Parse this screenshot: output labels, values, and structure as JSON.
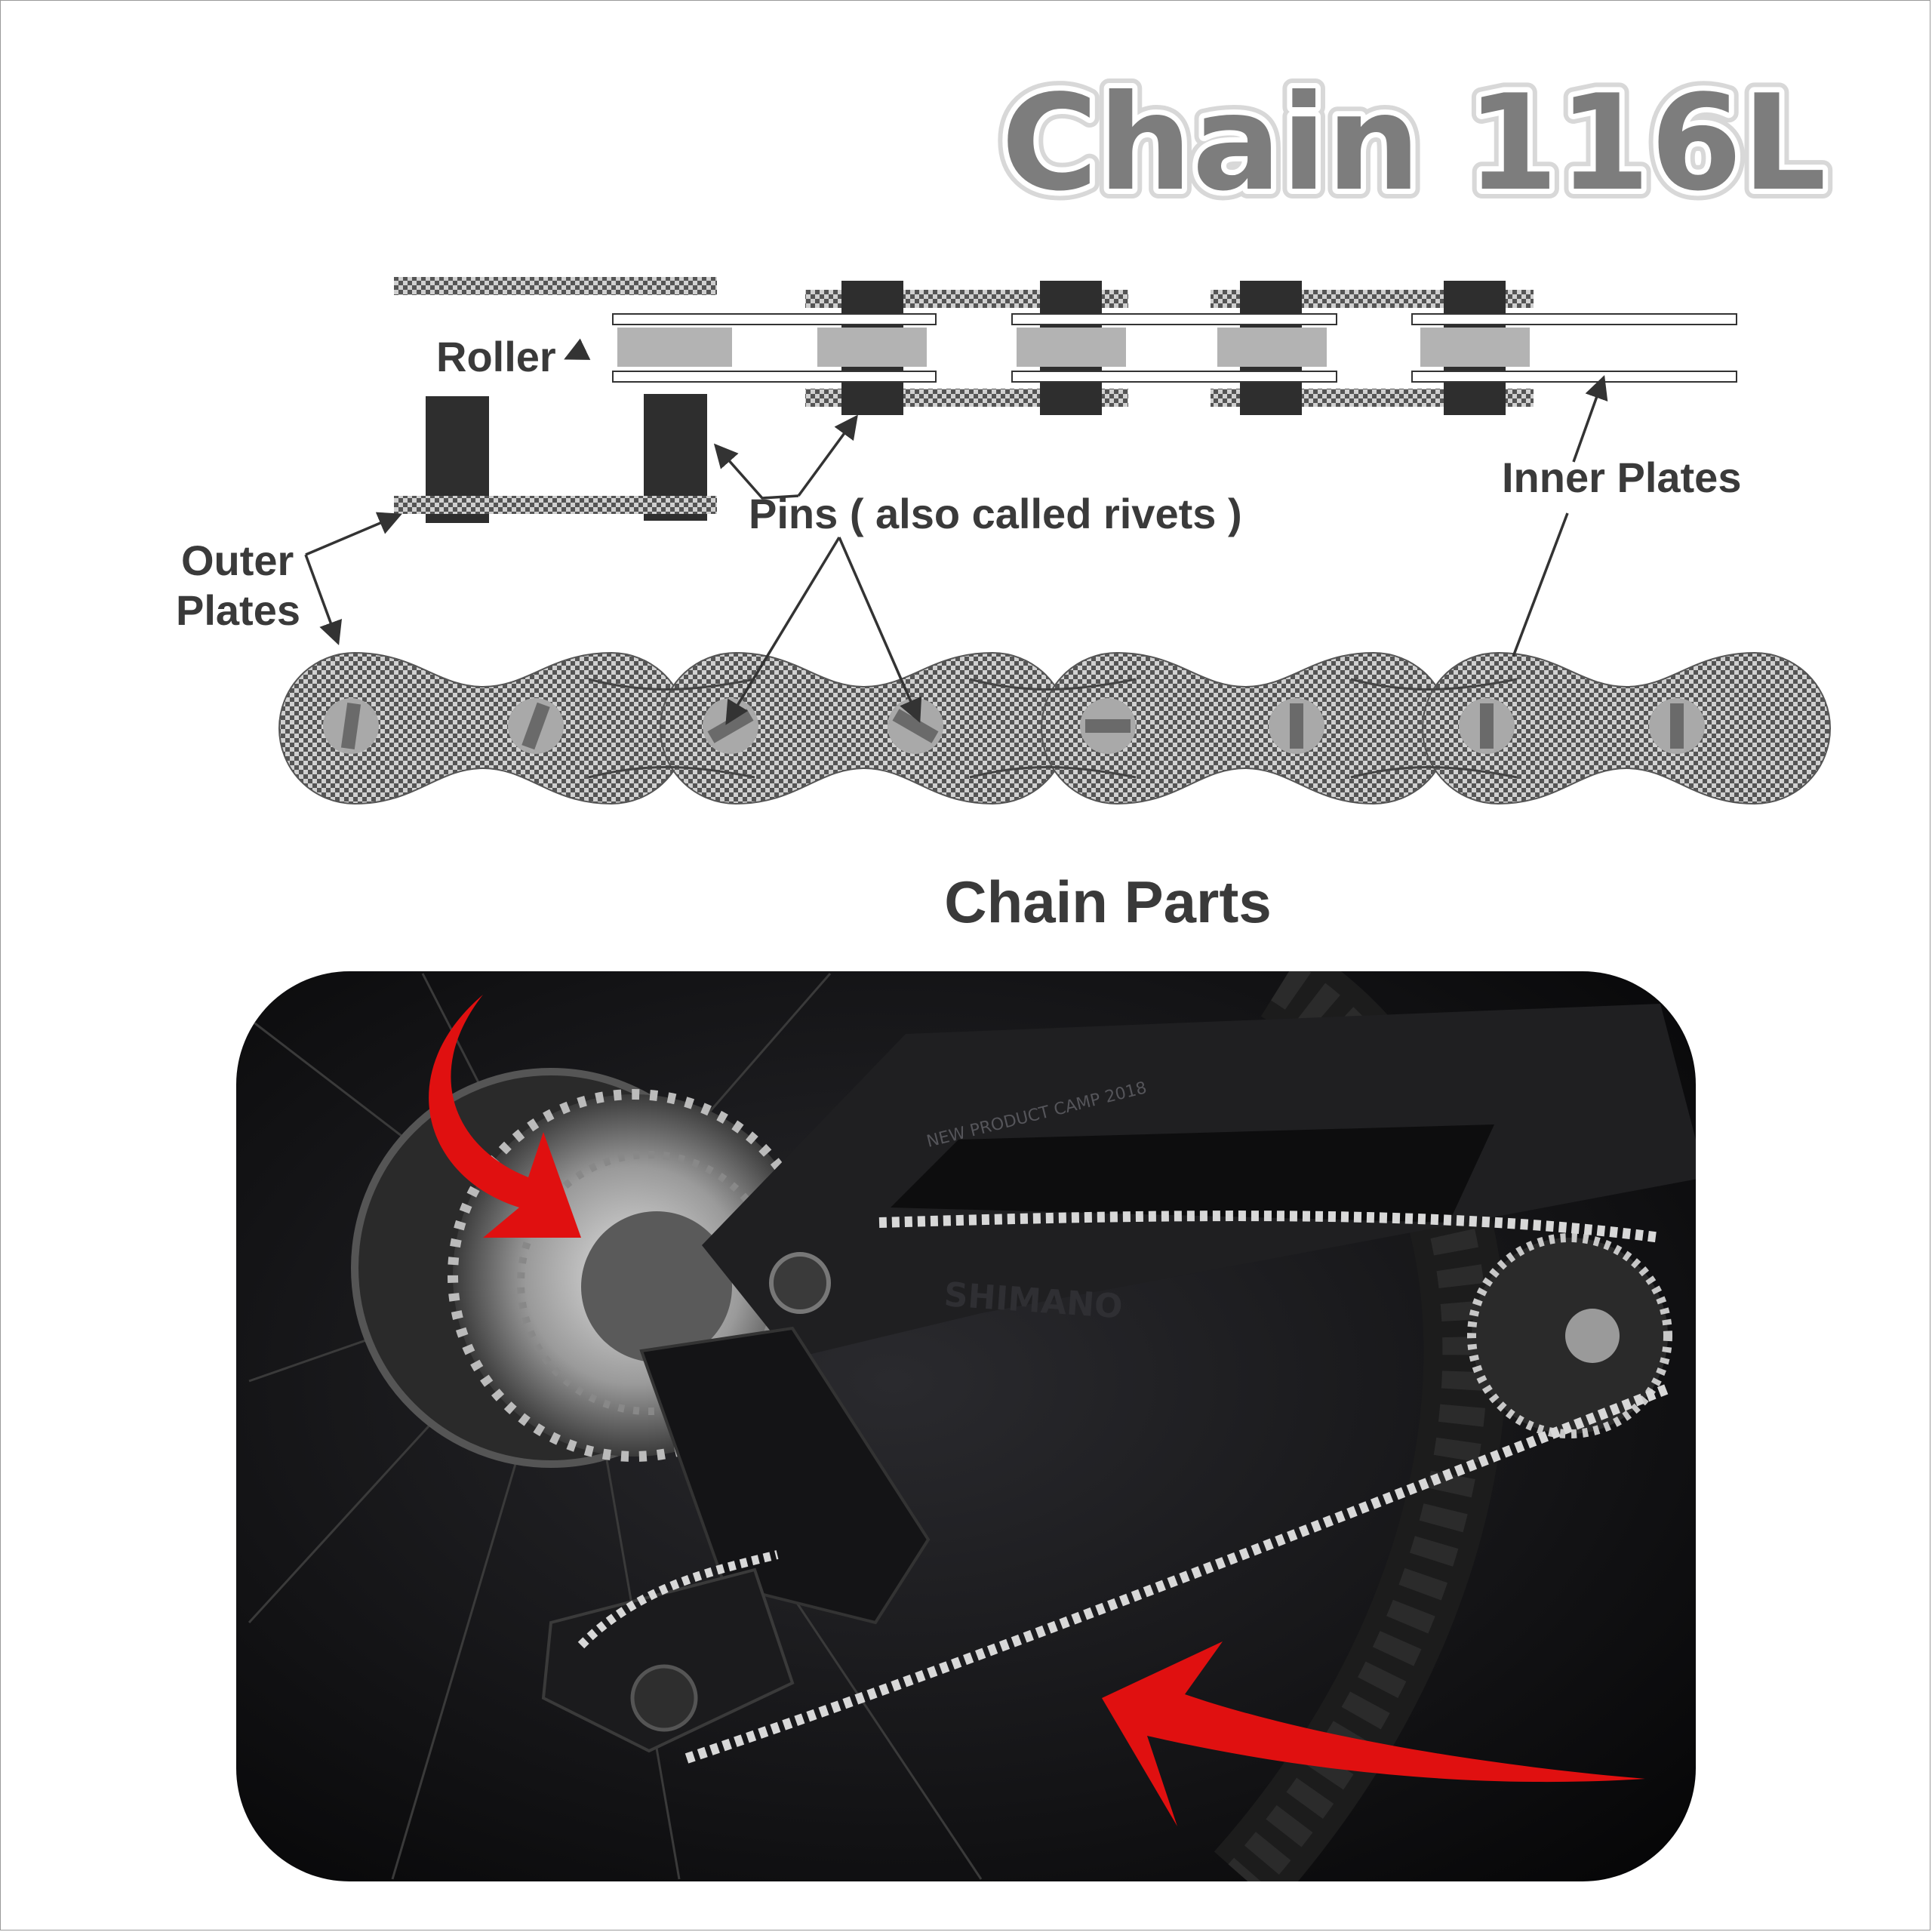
{
  "title": "Chain  116L",
  "labels": {
    "roller": "Roller",
    "pins": "Pins ( also called rivets )",
    "inner_plates": "Inner Plates",
    "outer_plates_line1": "Outer",
    "outer_plates_line2": "Plates"
  },
  "caption": "Chain Parts",
  "photo": {
    "brand_text": "SHIMANO",
    "stay_text": "NEW PRODUCT CAMP 2018"
  },
  "colors": {
    "text": "#3a3a3a",
    "title_fill": "#7d7d7d",
    "pin": "#2e2e2e",
    "roller": "#b3b3b3",
    "arrow_red": "#e01010",
    "photo_bg": "#0c0c0e"
  }
}
